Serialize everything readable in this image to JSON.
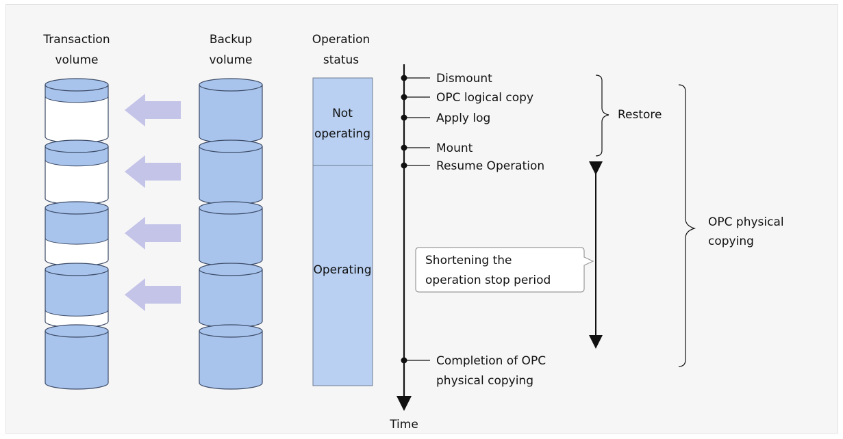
{
  "headers": {
    "transaction_line1": "Transaction",
    "transaction_line2": "volume",
    "backup_line1": "Backup",
    "backup_line2": "volume",
    "status_line1": "Operation",
    "status_line2": "status"
  },
  "status": {
    "not_operating_line1": "Not",
    "not_operating_line2": "operating",
    "operating": "Operating"
  },
  "timeline": {
    "events": [
      "Dismount",
      "OPC logical copy",
      "Apply log",
      "Mount",
      "Resume Operation"
    ],
    "completion_line1": "Completion of OPC",
    "completion_line2": "physical copying",
    "axis_label": "Time"
  },
  "brackets": {
    "restore": "Restore",
    "opc_line1": "OPC physical",
    "opc_line2": "copying"
  },
  "callout": {
    "line1": "Shortening the",
    "line2": "operation stop period"
  },
  "transaction_fill_levels": [
    0.22,
    0.26,
    0.58,
    0.78,
    1.0
  ],
  "colors": {
    "volume_fill": "#a9c4ec",
    "volume_stroke": "#3b4a66",
    "arrow_fill": "#c4c3e8",
    "status_fill": "#b9d0f2",
    "status_stroke": "#6d7b93",
    "line": "#111111",
    "background": "#f6f6f6"
  }
}
